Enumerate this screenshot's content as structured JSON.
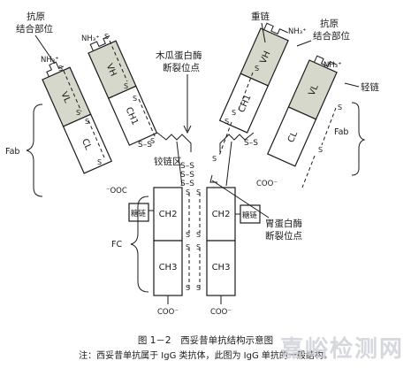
{
  "labels": {
    "antigen_site_left": [
      "抗原",
      "结合部位"
    ],
    "antigen_site_right": [
      "抗原",
      "结合部位"
    ],
    "heavy_chain": "重链",
    "light_chain": "轻链",
    "papain_site": [
      "木瓜蛋白酶",
      "断裂位点"
    ],
    "pepsin_site": [
      "胃蛋白酶",
      "断裂位点"
    ],
    "hinge": "铰链区",
    "fab_left": "Fab",
    "fab_right": "Fab",
    "fc": "FC",
    "sugar_left": "糖链",
    "sugar_right": "糖链"
  },
  "domains": {
    "vl": "VL",
    "vh": "VH",
    "cl": "CL",
    "ch1": "CH1",
    "ch2": "CH2",
    "ch3": "CH3"
  },
  "chem": {
    "nh3": "NH₃⁺",
    "coo": "COO⁻",
    "ooc": "⁻OOC",
    "s": "S",
    "ss": "S–S"
  },
  "caption": "图 1－2　西妥昔单抗结构示意图",
  "note": "注：西妥昔单抗属于 IgG 类抗体，此图为 IgG 单抗的一般结构。",
  "watermark": "嘉峪检测网",
  "colors": {
    "variable_fill": "#d7d8cc",
    "line": "#1a1a1a",
    "watermark": "#c9ccd3"
  }
}
